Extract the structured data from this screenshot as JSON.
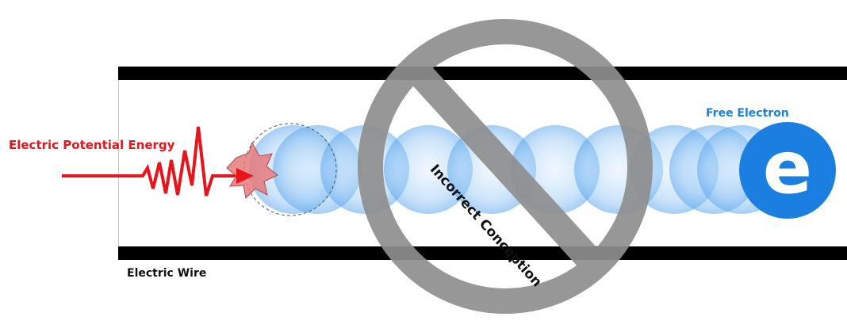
{
  "labels": {
    "energy": "Electric Potential Energy",
    "electron": "Free Electron",
    "electron_symbol": "e",
    "wire": "Electric Wire",
    "conception": "Incorrect Conception"
  },
  "colors": {
    "energy": "#e8141b",
    "electron": "#1a7fe0",
    "wire": "#000000",
    "prohibition": "#8f8f8f",
    "ghost_fill": "#8ec3f4",
    "text_dark": "#111111"
  },
  "icons": {
    "impact": "impact-burst-icon",
    "prohibition": "no-sign-icon",
    "electron": "electron-icon"
  }
}
